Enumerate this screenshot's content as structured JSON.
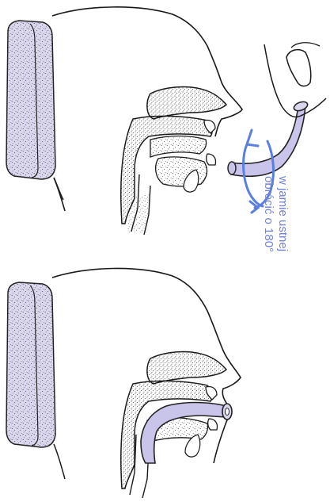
{
  "annotation": {
    "line1": "w jamie ustnej",
    "line2": "obrócić o 180°"
  },
  "colors": {
    "ink": "#1a1a1a",
    "cushion_fill": "#d9d6ee",
    "cushion_stipple": "#3a3a3a",
    "tissue_stipple": "#2a2a2a",
    "tube_fill": "#c8c4ea",
    "tube_stroke": "#222222",
    "rotation_arrow": "#5a7fe0",
    "annotation_text": "#6f82d6"
  },
  "panels": [
    {
      "name": "top-panel",
      "state": "airway-inserted-concave-up"
    },
    {
      "name": "bottom-panel",
      "state": "airway-rotated-in-place"
    }
  ],
  "icons": [
    "rotation-arrow-icon",
    "hand-icon"
  ]
}
